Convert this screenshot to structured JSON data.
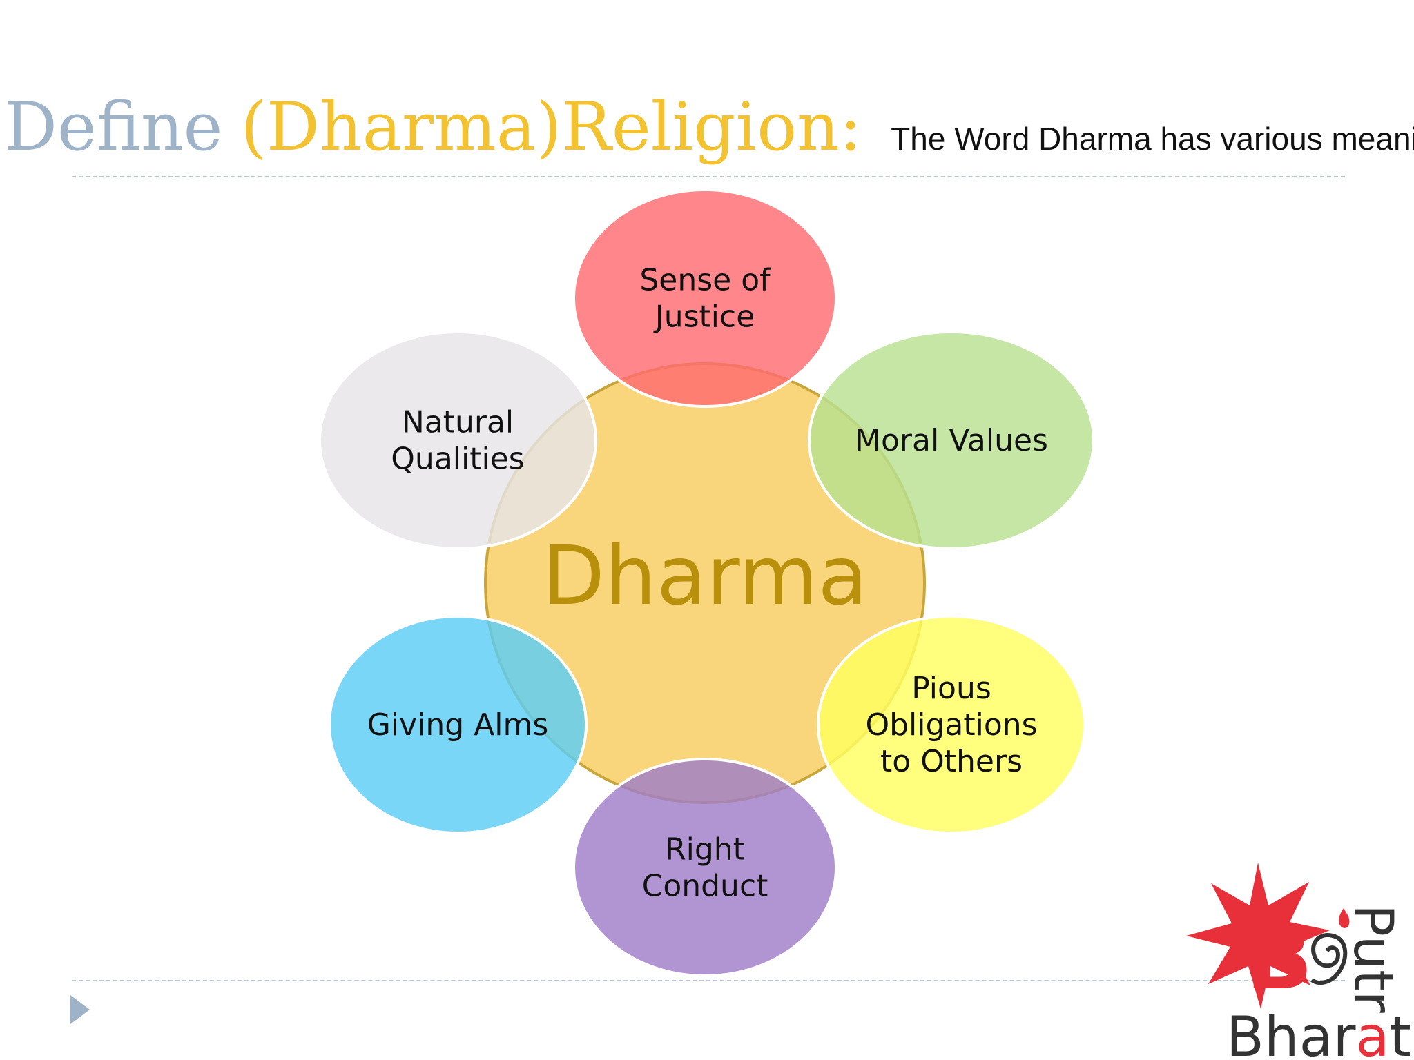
{
  "title": {
    "define": "Define",
    "dharma_religion": "(Dharma)Religion:",
    "subtitle": "The Word Dharma has various meanings."
  },
  "diagram": {
    "center": {
      "label": "Dharma",
      "fill": "#f8cd5e",
      "stroke": "#c9a63a",
      "text_color": "#b8900c"
    },
    "nodes": [
      {
        "label_lines": [
          "Sense of",
          "Justice"
        ],
        "fill": "#ff6b70"
      },
      {
        "label_lines": [
          "Moral Values"
        ],
        "fill": "#b8e090"
      },
      {
        "label_lines": [
          "Pious",
          "Obligations",
          "to Others"
        ],
        "fill": "#ffff60"
      },
      {
        "label_lines": [
          "Right",
          "Conduct"
        ],
        "fill": "#a07ec8"
      },
      {
        "label_lines": [
          "Giving Alms"
        ],
        "fill": "#5ccdf5"
      },
      {
        "label_lines": [
          "Natural",
          "Qualities"
        ],
        "fill": "#e6e4e8"
      }
    ]
  },
  "logo": {
    "text_b": "B",
    "text_putr": "Putr",
    "text_bhar": "Bhar",
    "text_a": "a",
    "text_t": "t",
    "accent_color": "#e8303a",
    "text_color": "#333333"
  }
}
